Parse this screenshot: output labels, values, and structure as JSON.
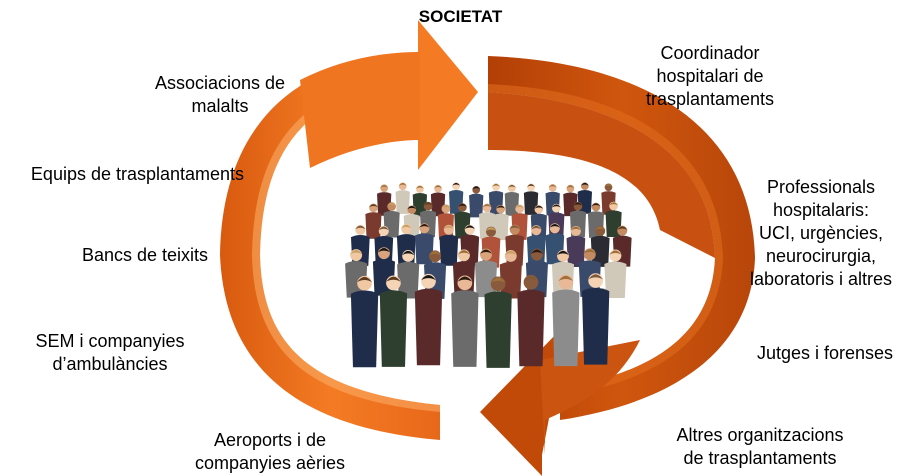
{
  "title": "SOCIETAT",
  "colors": {
    "arrow_light": "#f47b24",
    "arrow_dark": "#c14a08",
    "text": "#000000"
  },
  "center_image": "group-photo-of-people",
  "labels": {
    "associacions": "Associacions de\nmalalts",
    "equips": "Equips de trasplantaments",
    "bancs": "Bancs de teixits",
    "sem": "SEM i companyies\nd’ambulàncies",
    "aeroports": "Aeroports i de\ncompanyies aèries",
    "coordinador": "Coordinador\nhospitalari de\ntrasplantaments",
    "professionals": "Professionals\nhospitalaris:\nUCI, urgències,\nneurocirurgia,\nlaboratoris i altres",
    "jutges": "Jutges i forenses",
    "altres": "Altres organitzacions\nde trasplantaments"
  }
}
